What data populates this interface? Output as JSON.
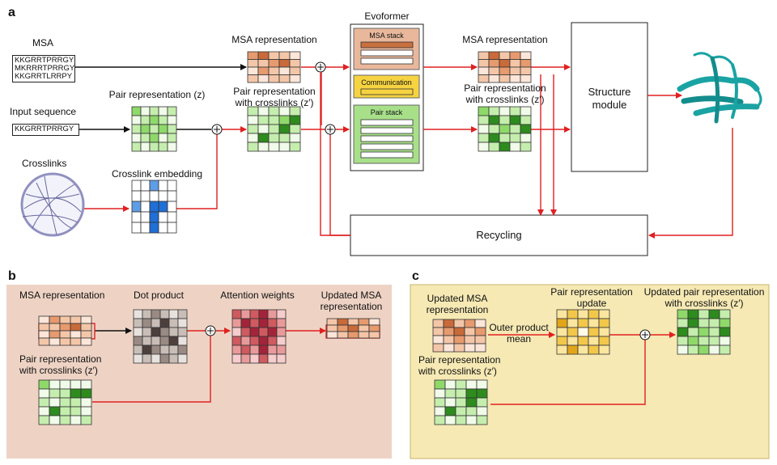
{
  "panel_letters": {
    "a": "a",
    "b": "b",
    "c": "c"
  },
  "panel_a": {
    "msa_label": "MSA",
    "msa_sequences": [
      "KKGRRTPRRGY",
      "MKRRRTPRRGY",
      "KKGRRTLRRPY"
    ],
    "input_sequence_label": "Input sequence",
    "input_sequence": "KKGRRTPRRGY",
    "crosslinks_label": "Crosslinks",
    "pair_rep_label": "Pair representation (z)",
    "crosslink_embedding_label": "Crosslink embedding",
    "msa_rep_label": "MSA representation",
    "pair_rep_xl_label_1": "Pair representation",
    "pair_rep_xl_label_2": "with crosslinks (z′)",
    "evoformer_label": "Evoformer",
    "msa_stack_label": "MSA stack",
    "communication_label": "Communication",
    "pair_stack_label": "Pair stack",
    "msa_rep_out_label": "MSA representation",
    "pair_rep_out_label_1": "Pair representation",
    "pair_rep_out_label_2": "with crosslinks (z′)",
    "structure_module_label_1": "Structure",
    "structure_module_label_2": "module",
    "recycling_label": "Recycling"
  },
  "panel_b": {
    "msa_rep_label": "MSA representation",
    "dot_product_label": "Dot product",
    "attention_weights_label": "Attention weights",
    "updated_msa_label_1": "Updated MSA",
    "updated_msa_label_2": "representation",
    "pair_rep_label_1": "Pair representation",
    "pair_rep_label_2": "with crosslinks (z′)"
  },
  "panel_c": {
    "updated_msa_label_1": "Updated MSA",
    "updated_msa_label_2": "representation",
    "pair_update_label_1": "Pair representation",
    "pair_update_label_2": "update",
    "outer_product_label_1": "Outer product",
    "outer_product_label_2": "mean",
    "pair_rep_label_1": "Pair representation",
    "pair_rep_label_2": "with crosslinks (z′)",
    "updated_pair_label_1": "Updated pair representation",
    "updated_pair_label_2": "with crosslinks (z′)"
  },
  "colors": {
    "arrow_red": "#e02020",
    "msa_orange": "#c96a3a",
    "pair_green": "#2e8b1e",
    "crosslink_blue": "#1f6fd6",
    "panel_b_bg": "#eed3c4",
    "panel_c_bg": "#f6e9b4",
    "evoformer_msa_bg": "#e9b89c",
    "evoformer_comm_bg": "#f6d341",
    "evoformer_pair_bg": "#a8e08a",
    "protein_teal": "#1aa3a3"
  },
  "icons": [
    "plus-circle-icon",
    "arrow-icon",
    "protein-structure-icon",
    "crosslink-circle-icon"
  ]
}
